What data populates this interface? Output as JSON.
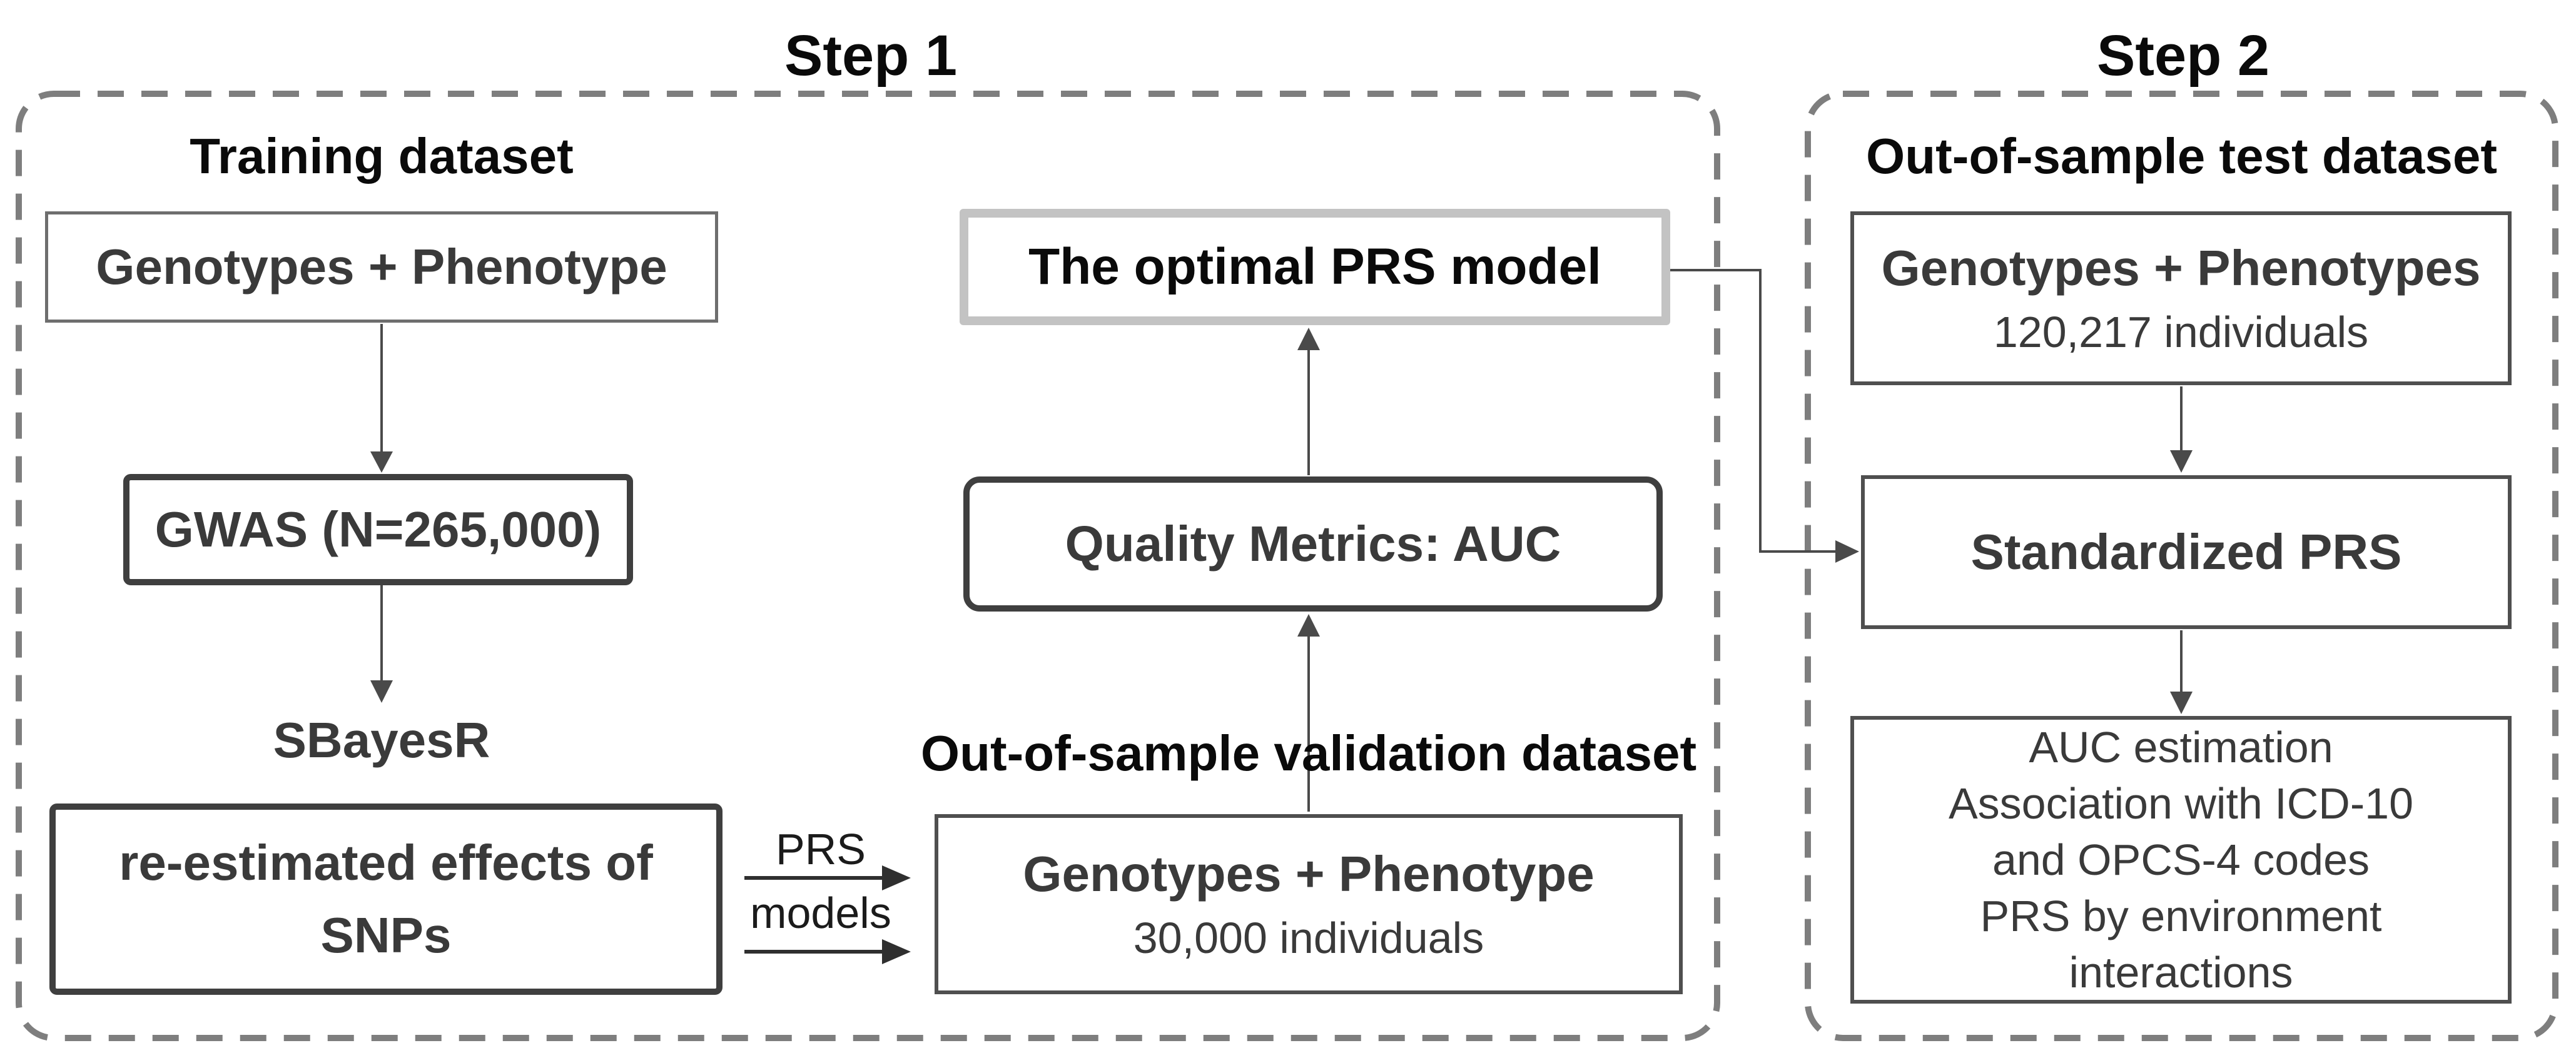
{
  "colors": {
    "bg": "#ffffff",
    "text_black": "#0a0a0a",
    "text_gray": "#3a3a3a",
    "border_dark": "#3f3f3f",
    "border_light": "#c3c3c3",
    "border_thin": "#4f4f4f",
    "dash": "#7e7e7e",
    "arrow": "#4a4a4a"
  },
  "titles": {
    "step1": "Step 1",
    "step2": "Step 2"
  },
  "step1": {
    "training_title": "Training dataset",
    "training_box": {
      "label": "Genotypes + Phenotype"
    },
    "gwas_box": {
      "label": "GWAS (N=265,000)"
    },
    "sbayesr_label": "SBayesR",
    "reestimated_box": {
      "line1": "re-estimated effects of",
      "line2": "SNPs"
    },
    "prs_arrow_label": {
      "line1": "PRS",
      "line2": "models"
    },
    "validation_title": "Out-of-sample validation dataset",
    "validation_box": {
      "line1": "Genotypes + Phenotype",
      "line2": "30,000 individuals"
    },
    "quality_box": {
      "label": "Quality Metrics: AUC"
    },
    "optimal_box": {
      "label": "The optimal PRS model"
    }
  },
  "step2": {
    "test_title": "Out-of-sample test dataset",
    "genotypes_box": {
      "line1": "Genotypes + Phenotypes",
      "line2": "120,217 individuals"
    },
    "standardized_box": {
      "label": "Standardized PRS"
    },
    "analysis_box": {
      "lines": [
        "AUC estimation",
        "Association with ICD-10",
        "and OPCS-4 codes",
        "PRS by environment",
        "interactions"
      ]
    }
  }
}
